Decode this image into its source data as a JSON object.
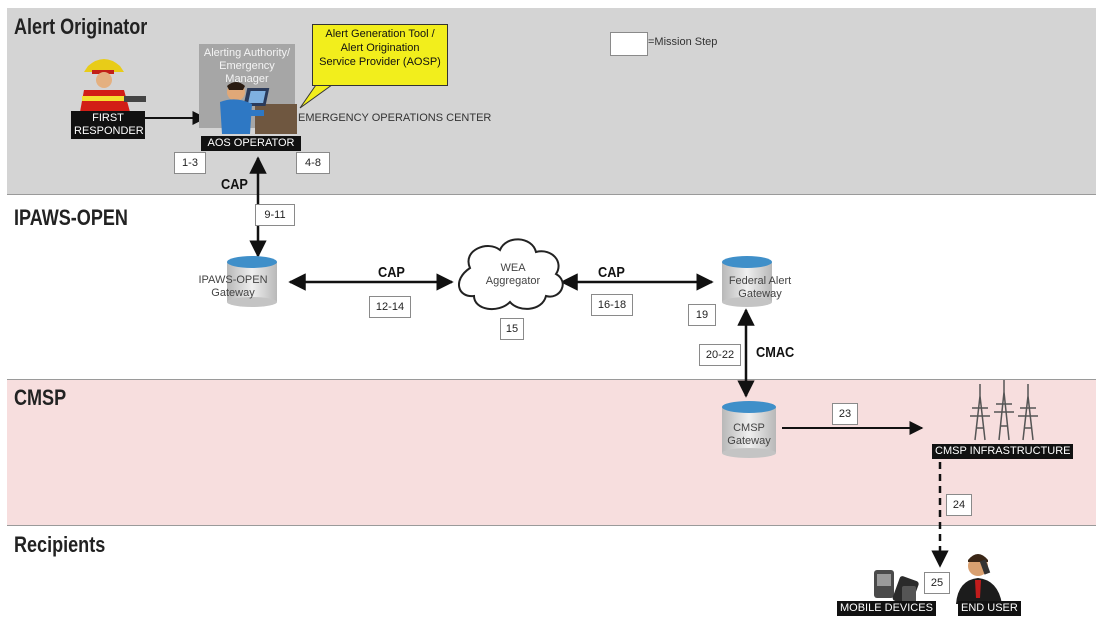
{
  "bands": {
    "originator": "Alert Originator",
    "ipaws": "IPAWS-OPEN",
    "cmsp": "CMSP",
    "recipients": "Recipients"
  },
  "legend": {
    "text": "=Mission Step"
  },
  "originator": {
    "first_responder": "FIRST\nRESPONDER",
    "authority": "Alerting Authority/\nEmergency Manager",
    "callout": "Alert Generation Tool /\nAlert Origination\nService Provider (AOSP)",
    "aos_operator": "AOS OPERATOR",
    "eoc": "EMERGENCY OPERATIONS CENTER"
  },
  "nodes": {
    "ipaws_gateway": "IPAWS-OPEN\nGateway",
    "wea_aggregator": "WEA\nAggregator",
    "federal_gateway": "Federal Alert\nGateway",
    "cmsp_gateway": "CMSP\nGateway",
    "cmsp_infrastructure": "CMSP INFRASTRUCTURE",
    "mobile_devices": "MOBILE DEVICES",
    "end_user": "END USER"
  },
  "protocols": {
    "cap_vertical": "CAP",
    "cap_left": "CAP",
    "cap_right": "CAP",
    "cmac": "CMAC"
  },
  "steps": {
    "s1": "1-3",
    "s2": "4-8",
    "s3": "9-11",
    "s4": "12-14",
    "s5": "15",
    "s6": "16-18",
    "s7": "19",
    "s8": "20-22",
    "s9": "23",
    "s10": "24",
    "s11": "25"
  },
  "colors": {
    "originator_band": "#d4d4d4",
    "cmsp_band": "#f7dede",
    "callout": "#f2ee1c",
    "cylinder": "#3f8fc9"
  }
}
